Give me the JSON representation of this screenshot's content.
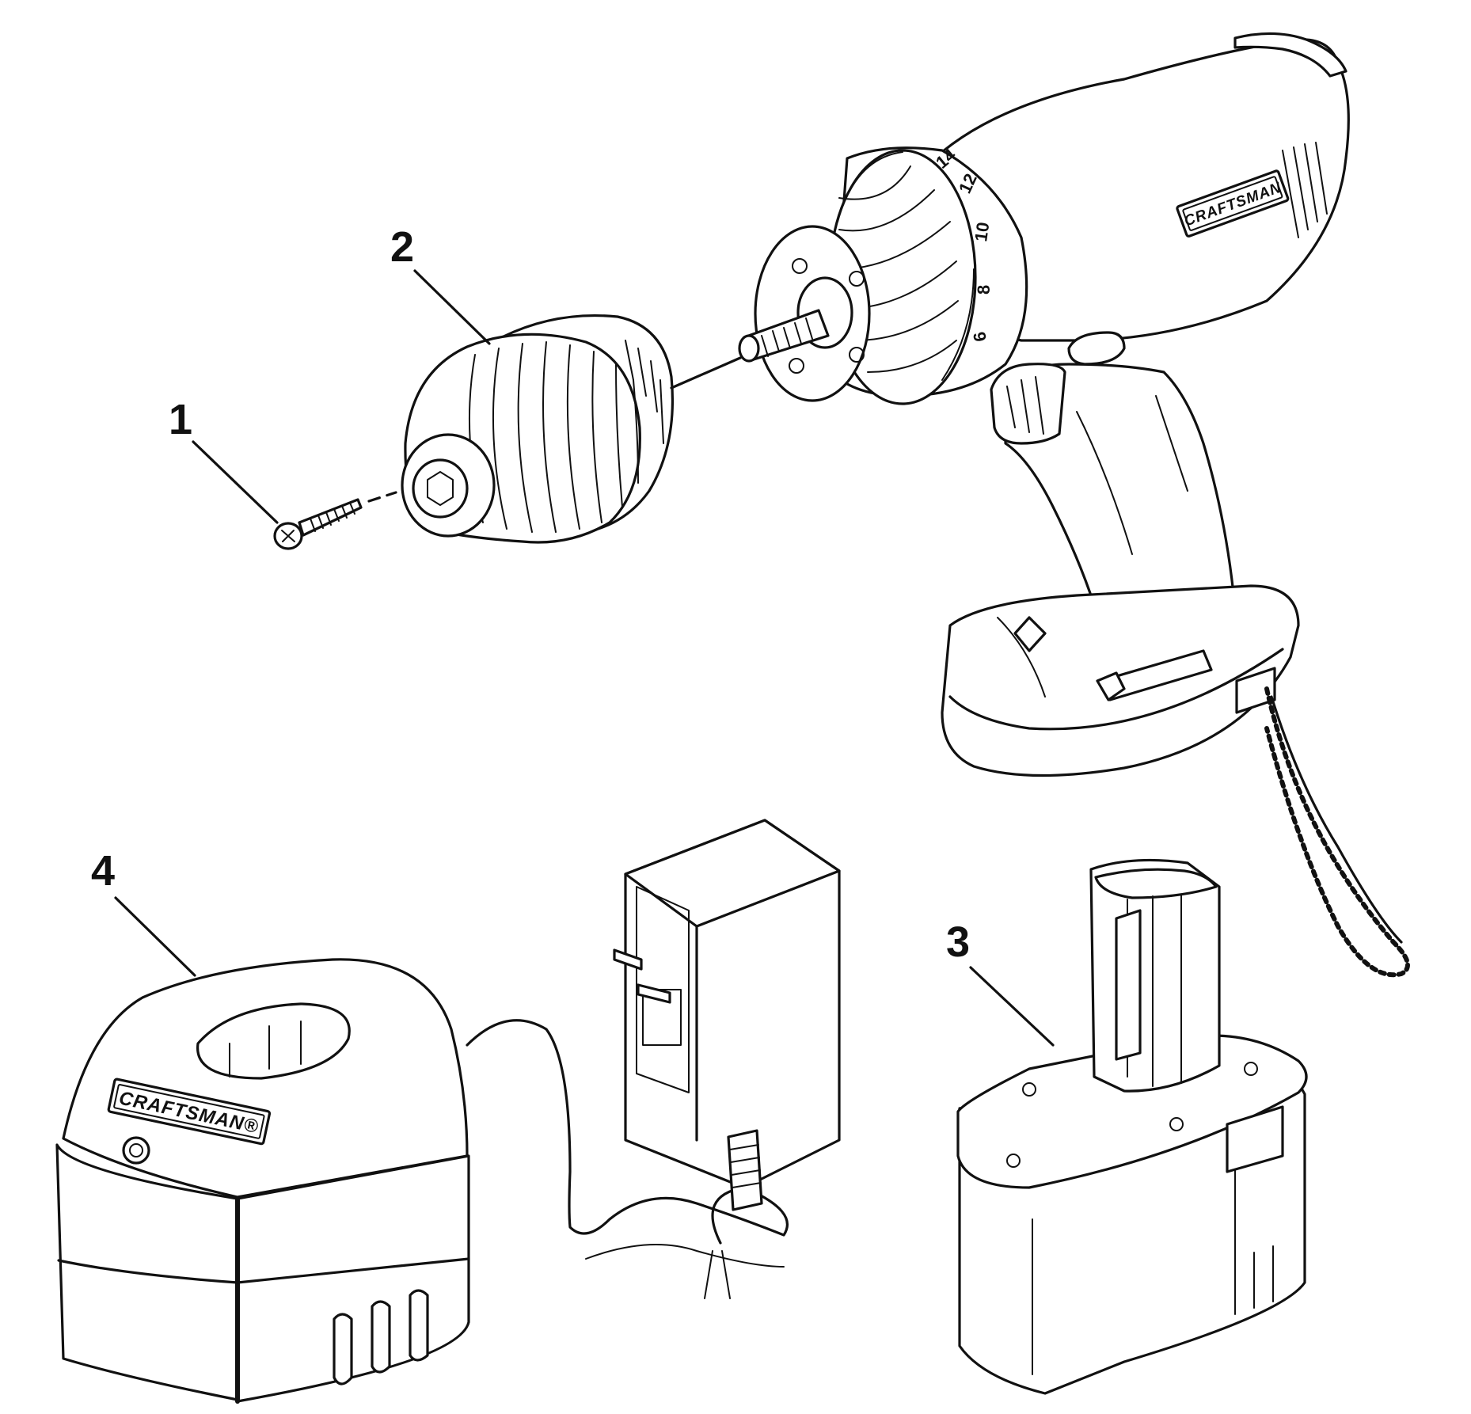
{
  "diagram": {
    "callouts": [
      {
        "id": "callout-1",
        "label": "1"
      },
      {
        "id": "callout-2",
        "label": "2"
      },
      {
        "id": "callout-3",
        "label": "3"
      },
      {
        "id": "callout-4",
        "label": "4"
      }
    ],
    "brand_text": {
      "drill": "CRAFTSMAN",
      "charger": "CRAFTSMAN®"
    },
    "clutch_numbers": [
      "14",
      "12",
      "10",
      "8",
      "6"
    ]
  }
}
